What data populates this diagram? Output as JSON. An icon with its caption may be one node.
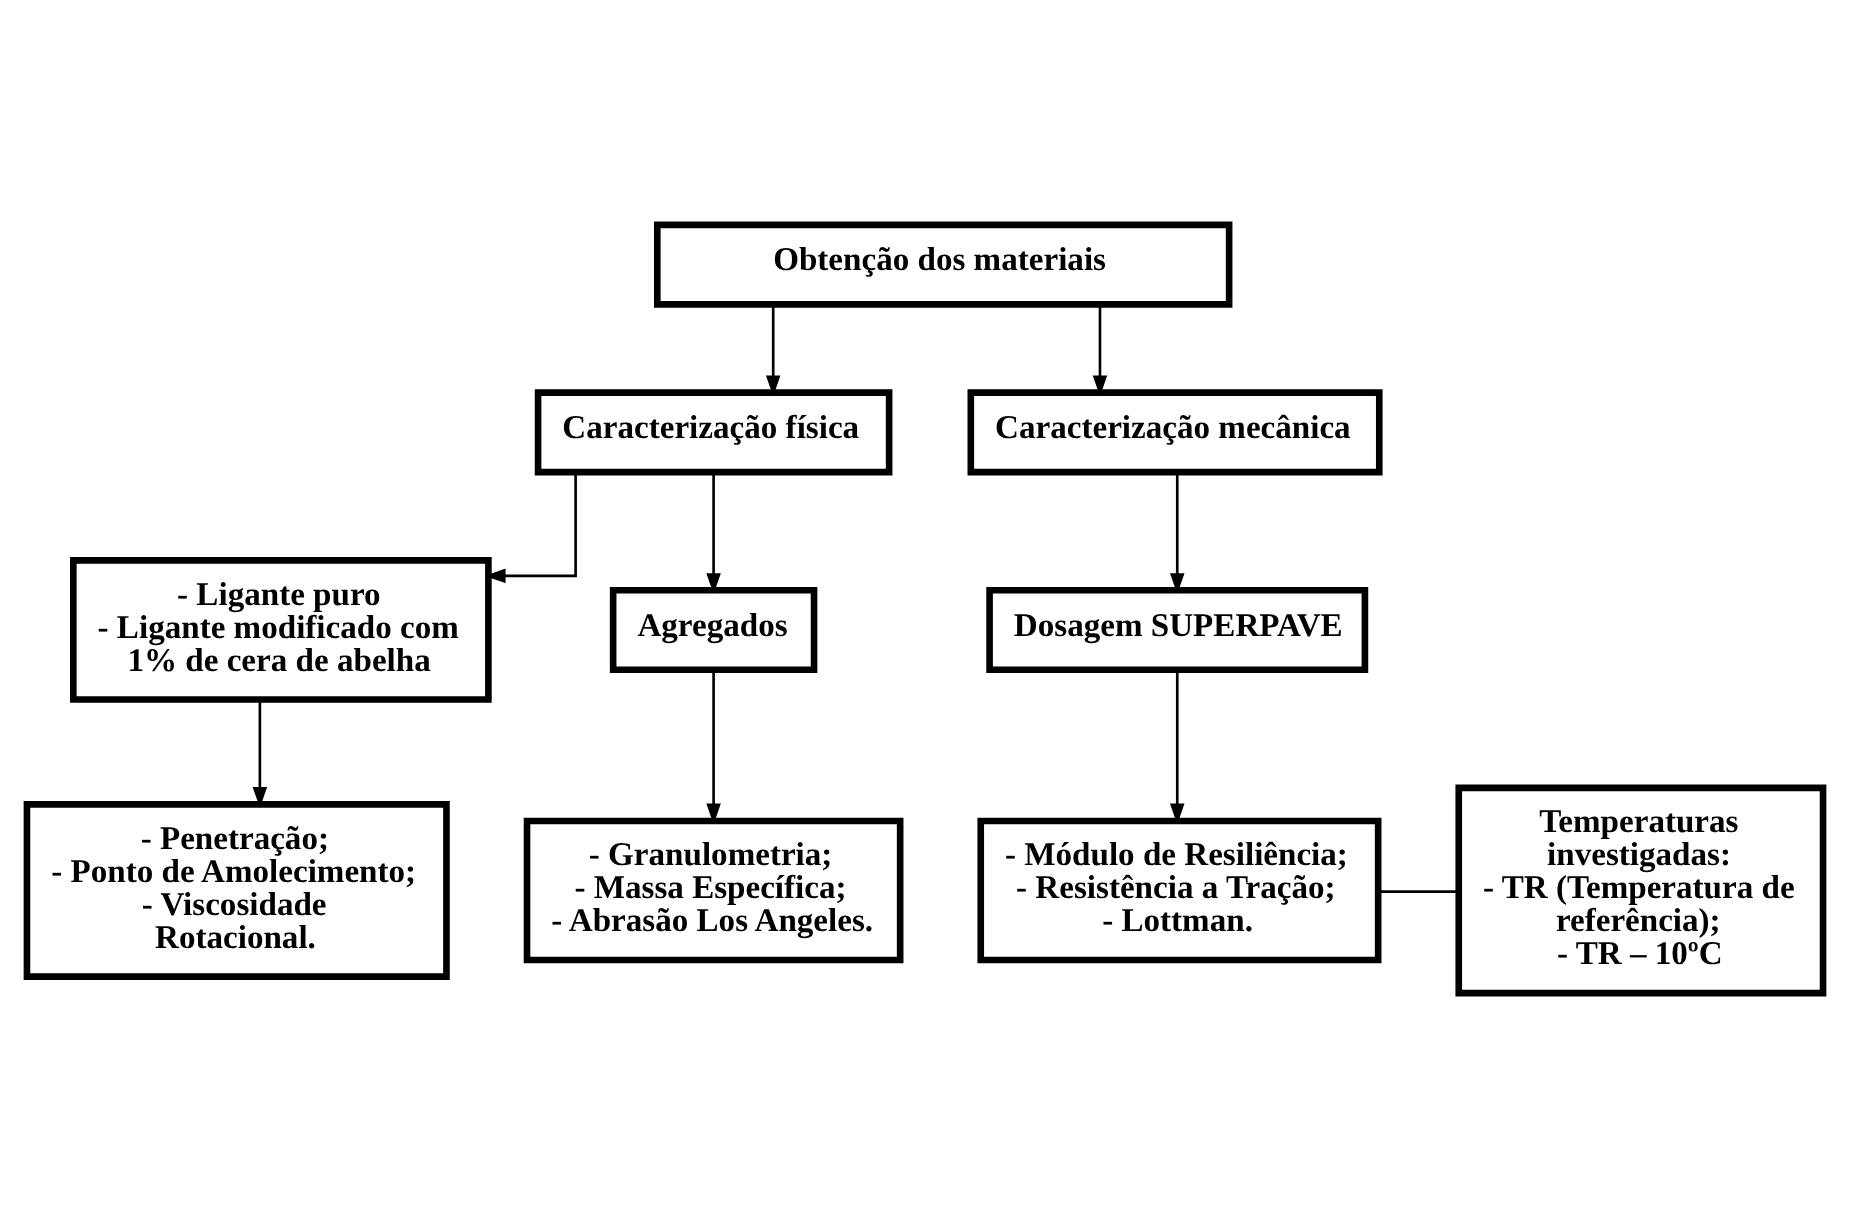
{
  "diagram": {
    "nodes": [
      {
        "text": [
          "Obtenção dos materiais"
        ]
      },
      {
        "text": [
          "Caracterização física"
        ]
      },
      {
        "text": [
          "Caracterização mecânica"
        ]
      },
      {
        "text": [
          "- Ligante puro",
          "- Ligante modificado com 1% de cera de abelha"
        ]
      },
      {
        "text": [
          "Agregados"
        ]
      },
      {
        "text": [
          "Dosagem SUPERPAVE"
        ]
      },
      {
        "text": [
          "- Penetração;",
          "- Ponto de Amolecimento;",
          "- Viscosidade Rotacional."
        ]
      },
      {
        "text": [
          "- Granulometria;",
          "- Massa Específica;",
          "- Abrasão Los Angeles."
        ]
      },
      {
        "text": [
          "- Módulo de Resiliência;",
          "- Resistência a Tração;",
          "- Lottman."
        ]
      },
      {
        "text": [
          "Temperaturas investigadas:",
          "- TR (Temperatura de referência);",
          "- TR – 10ºC"
        ]
      }
    ],
    "edges": [
      {
        "from": 0,
        "to": 1,
        "arrow": "to"
      },
      {
        "from": 0,
        "to": 2,
        "arrow": "to"
      },
      {
        "from": 1,
        "to": 3,
        "arrow": "to"
      },
      {
        "from": 1,
        "to": 4,
        "arrow": "to"
      },
      {
        "from": 2,
        "to": 5,
        "arrow": "to"
      },
      {
        "from": 3,
        "to": 6,
        "arrow": "to"
      },
      {
        "from": 4,
        "to": 7,
        "arrow": "to"
      },
      {
        "from": 5,
        "to": 8,
        "arrow": "to"
      },
      {
        "from": 8,
        "to": 9,
        "arrow": "none"
      }
    ]
  }
}
